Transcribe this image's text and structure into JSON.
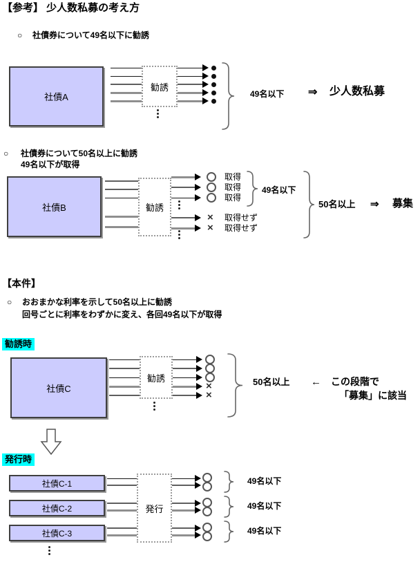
{
  "page": {
    "title": "【参考】 少人数私募の考え方"
  },
  "colors": {
    "box_fill": "#CCCCFF",
    "tag_bg": "#00FFFF"
  },
  "symbols": {
    "bullet": "○",
    "cross": "×",
    "arrow_right": "⇒",
    "arrow_left": "←"
  },
  "section_a": {
    "heading": "社債券について49名以下に勧誘",
    "box_label": "社債A",
    "process_label": "勧誘",
    "count_label": "49名以下",
    "result_label": "少人数私募"
  },
  "section_b": {
    "heading_line1": "社債券について50名以上に勧誘",
    "heading_line2": "49名以下が取得",
    "box_label": "社債B",
    "process_label": "勧誘",
    "acquired_label": "取得",
    "not_acquired_label": "取得せず",
    "sub_count_label": "49名以下",
    "count_label": "50名以上",
    "result_label": "募集"
  },
  "honken": {
    "heading": "【本件】",
    "bullet_line1": "おおまかな利率を示して50名以上に勧誘",
    "bullet_line2": "回号ごとに利率をわずかに変え、各回49名以下が取得",
    "solicitation_stage": {
      "tag": "勧誘時",
      "box_label": "社債C",
      "process_label": "勧誘",
      "count_label": "50名以上",
      "note_line1": "この段階で",
      "note_line2": "「募集」に該当"
    },
    "issuance_stage": {
      "tag": "発行時",
      "process_label": "発行",
      "rows": [
        {
          "box_label": "社債C-1",
          "count_label": "49名以下"
        },
        {
          "box_label": "社債C-2",
          "count_label": "49名以下"
        },
        {
          "box_label": "社債C-3",
          "count_label": "49名以下"
        }
      ]
    }
  }
}
